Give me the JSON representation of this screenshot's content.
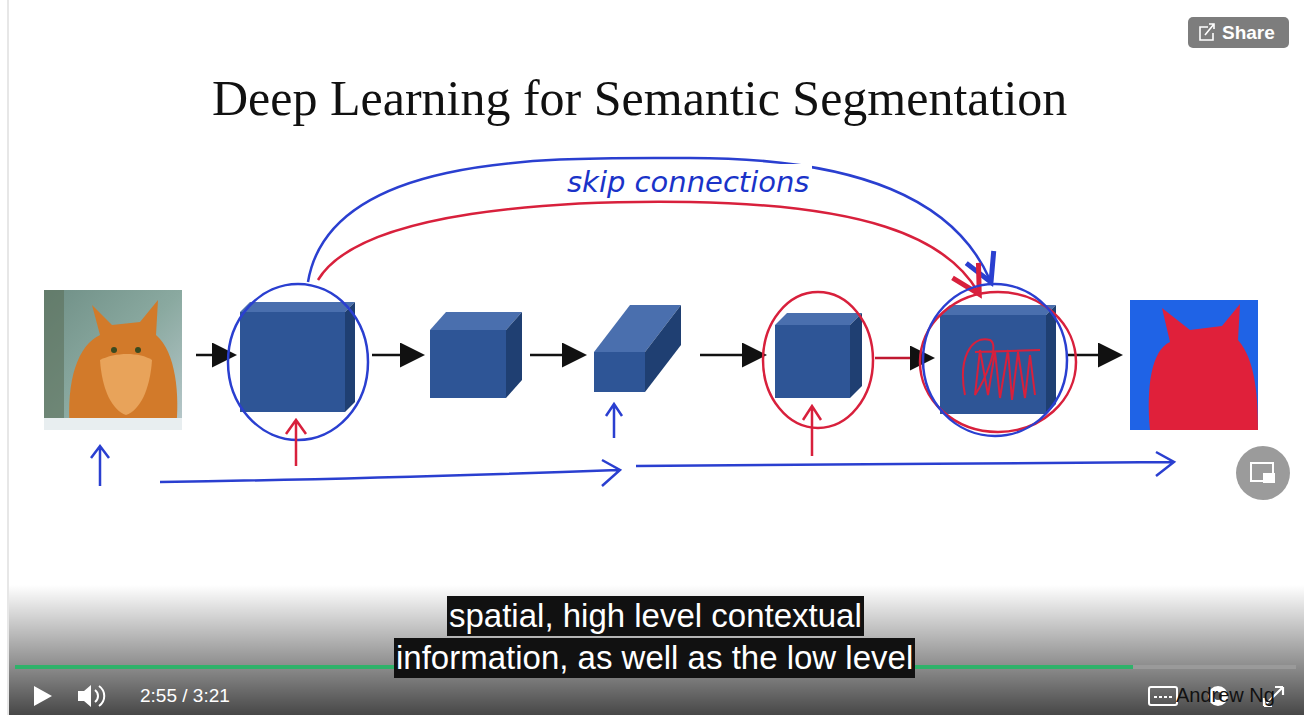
{
  "diagram": {
    "title": "Deep Learning for Semantic Segmentation",
    "labels": [
      "Share",
      "skip connections",
      "spatial, high level contextual",
      "information, as well as the low level",
      "2:55 / 3:21",
      "Andrew Ng"
    ]
  }
}
